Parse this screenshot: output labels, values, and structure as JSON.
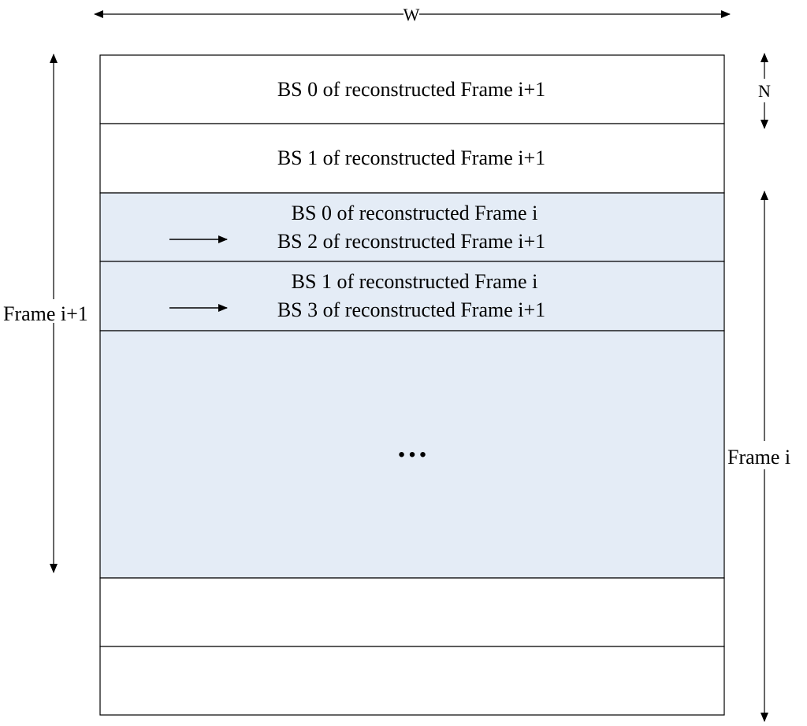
{
  "dimensions": {
    "width_label": "W",
    "height_label": "N"
  },
  "side_labels": {
    "left": "Frame i+1",
    "right": "Frame i"
  },
  "rows": [
    {
      "lines": [
        "BS 0 of reconstructed Frame i+1"
      ],
      "highlighted": false,
      "has_arrow": false
    },
    {
      "lines": [
        "BS 1 of reconstructed Frame i+1"
      ],
      "highlighted": false,
      "has_arrow": false
    },
    {
      "lines": [
        "BS 0 of reconstructed Frame i",
        "BS 2 of reconstructed Frame i+1"
      ],
      "highlighted": true,
      "has_arrow": true
    },
    {
      "lines": [
        "BS 1 of reconstructed Frame i",
        "BS 3 of reconstructed Frame i+1"
      ],
      "highlighted": true,
      "has_arrow": true
    },
    {
      "lines": [
        "…"
      ],
      "highlighted": true,
      "has_arrow": false
    },
    {
      "lines": [],
      "highlighted": false,
      "has_arrow": false
    },
    {
      "lines": [],
      "highlighted": false,
      "has_arrow": false
    }
  ],
  "colors": {
    "highlight_fill": "#e4ecf6",
    "plain_fill": "#ffffff",
    "stroke": "#000000"
  }
}
